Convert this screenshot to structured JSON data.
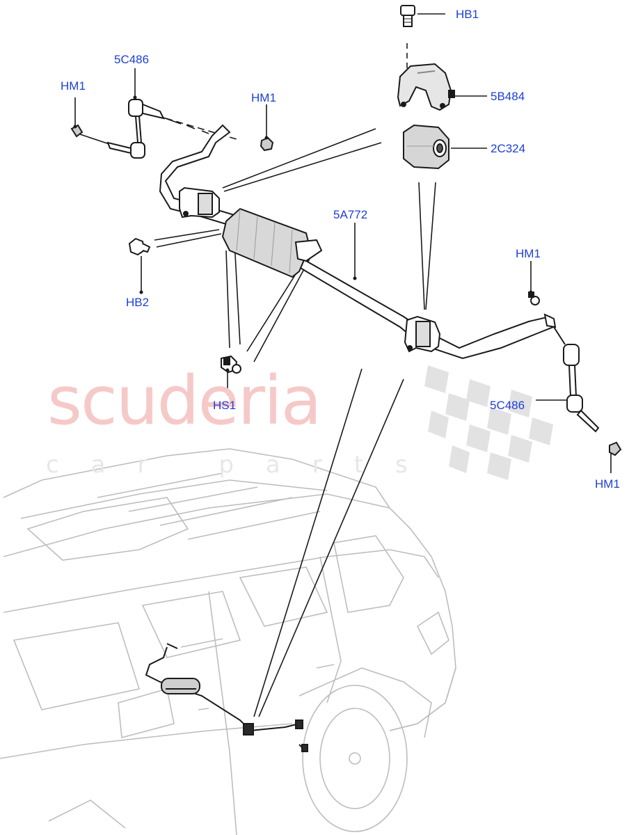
{
  "watermark": {
    "brand": "scuderia",
    "sub": "car parts"
  },
  "callouts": {
    "hb1": "HB1",
    "p5b484": "5B484",
    "p2c324": "2C324",
    "p5c486_top": "5C486",
    "hm1_left": "HM1",
    "hm1_mid": "HM1",
    "p5a772": "5A772",
    "hm1_right": "HM1",
    "hb2": "HB2",
    "hs1": "HS1",
    "p5c486_right": "5C486",
    "hm1_bottom": "HM1"
  },
  "colors": {
    "callout": "#1d3fd6",
    "line": "#1a1a1a",
    "car_outline": "#bdbdbd",
    "watermark": "#f6c9c9",
    "checker": "#dcdcdc"
  }
}
